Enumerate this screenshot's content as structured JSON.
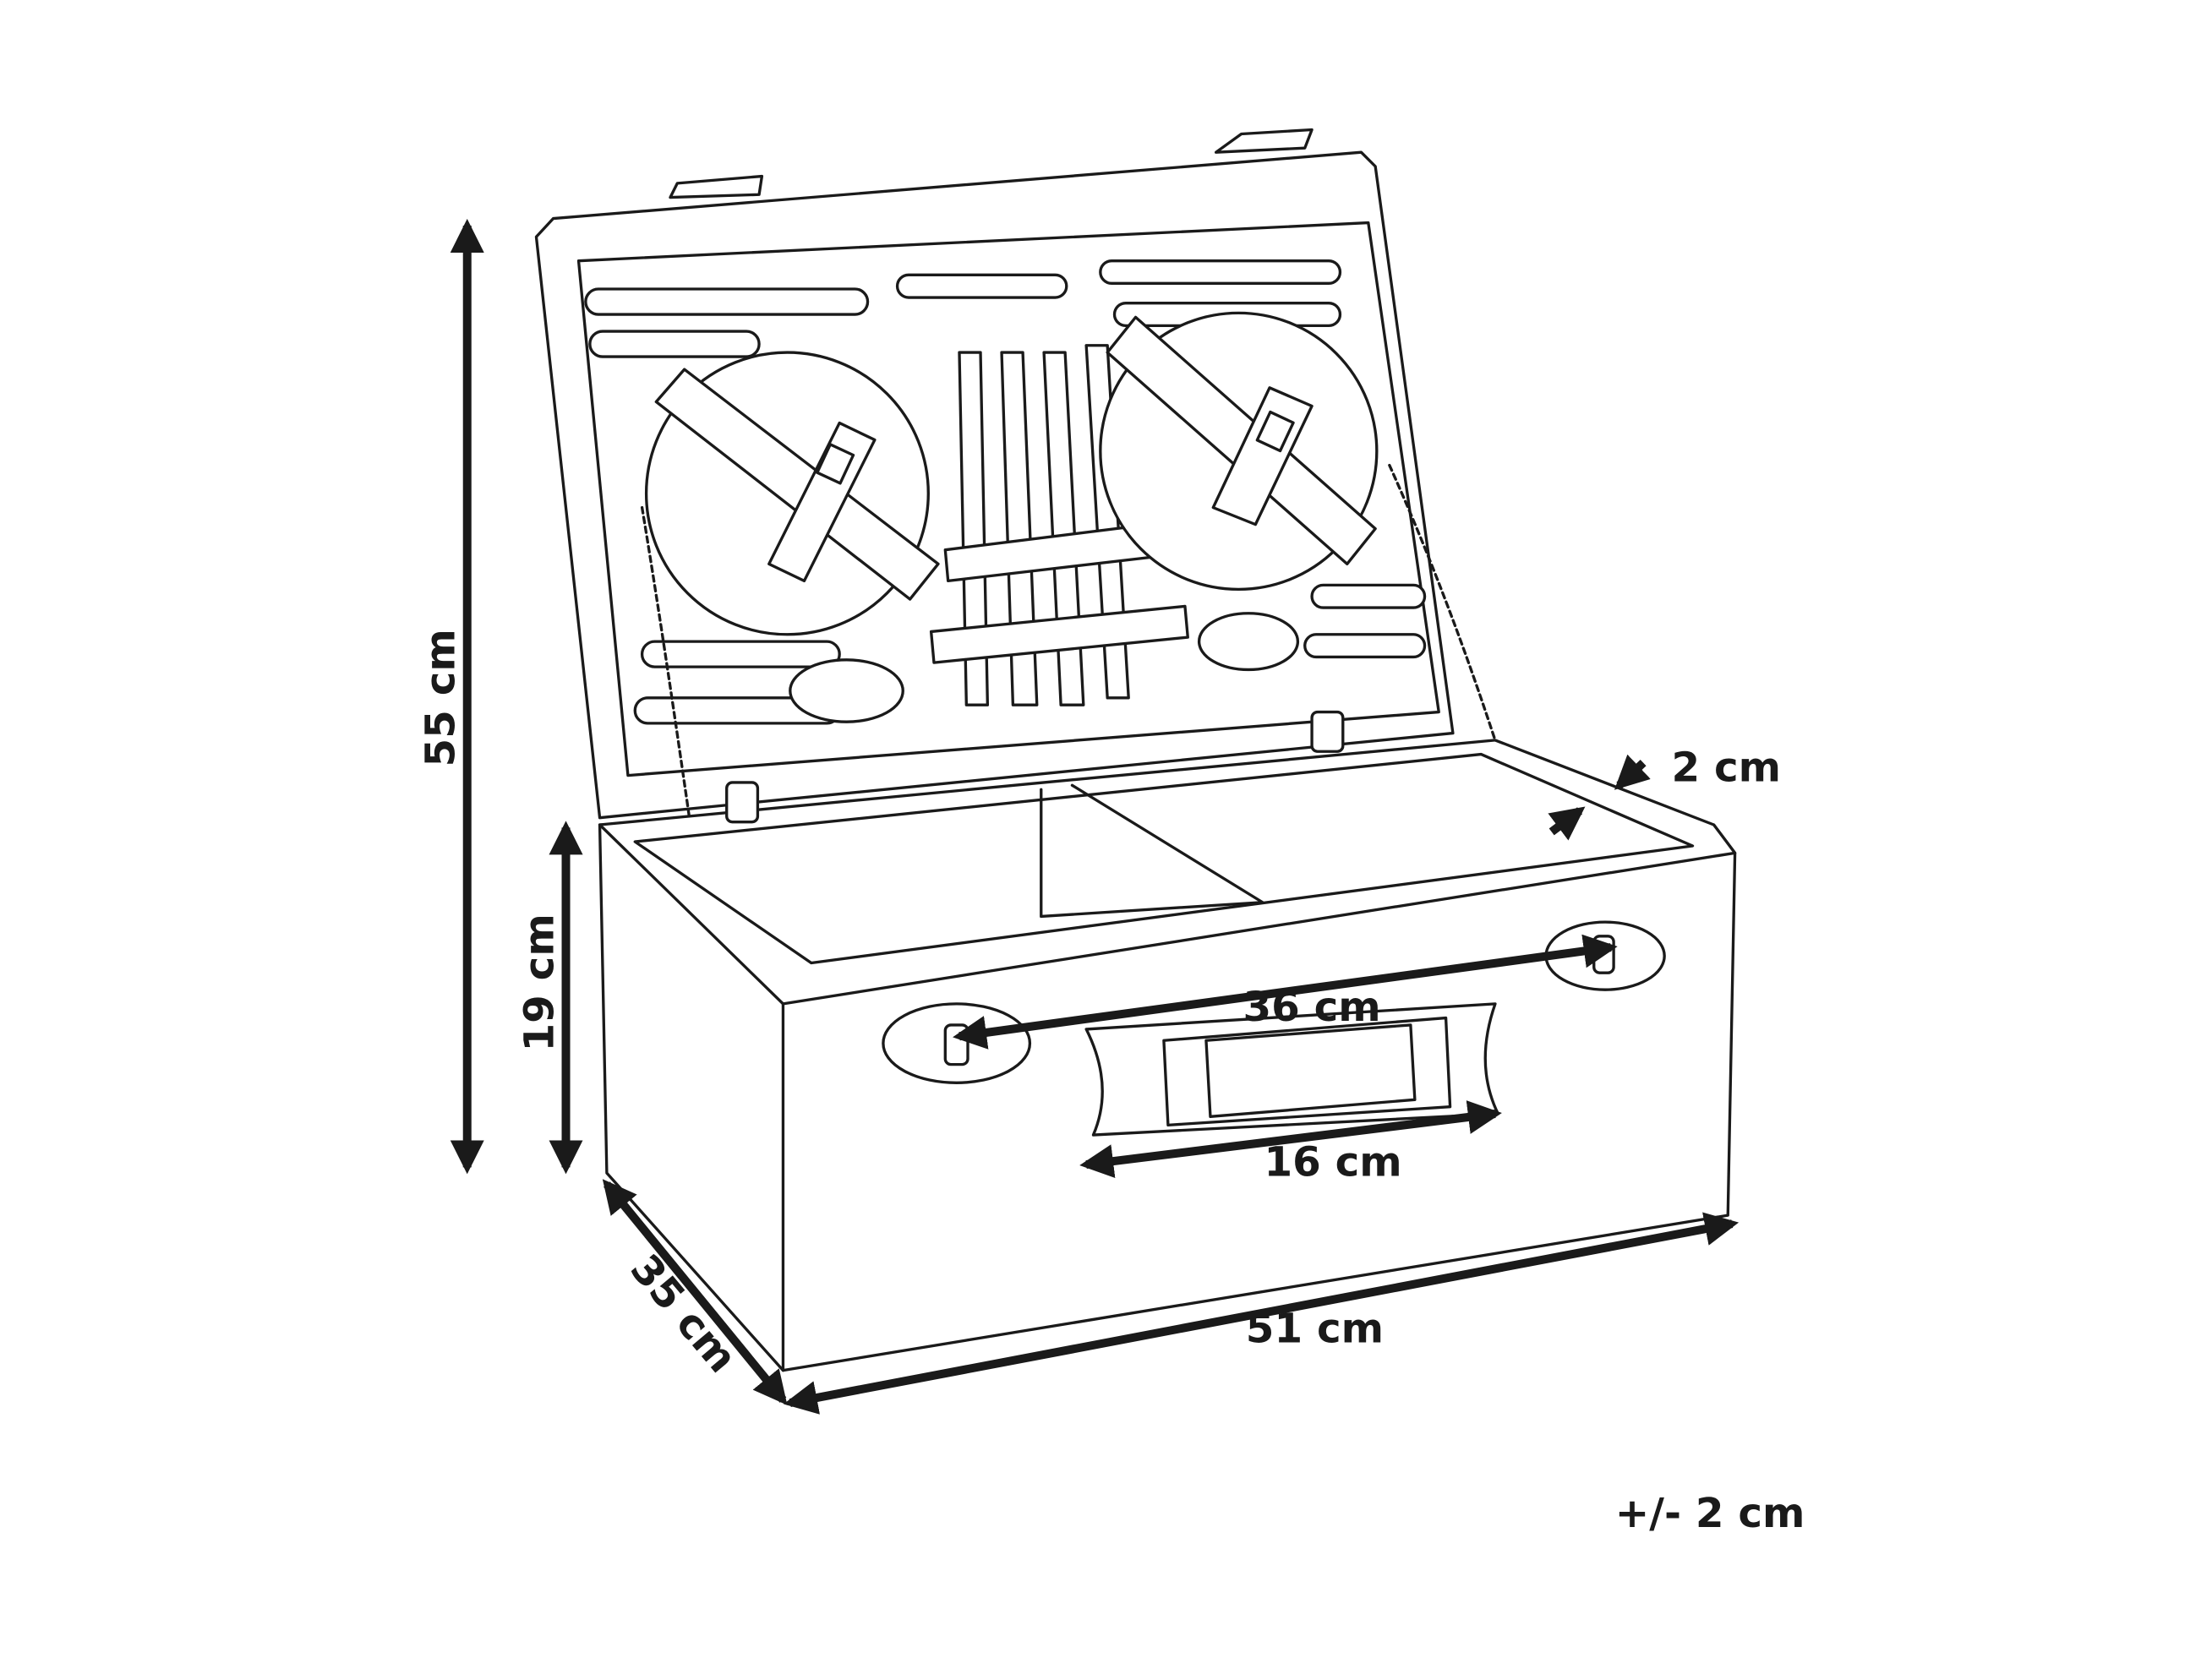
{
  "dimensions": {
    "height_open": "55 cm",
    "height_box": "19 cm",
    "depth": "35 cm",
    "width": "51 cm",
    "latch_distance": "36 cm",
    "handle_length": "16 cm",
    "wall_thickness": "2 cm",
    "tolerance": "+/- 2 cm"
  },
  "colors": {
    "line": "#1a1a1a",
    "background": "#ffffff"
  }
}
